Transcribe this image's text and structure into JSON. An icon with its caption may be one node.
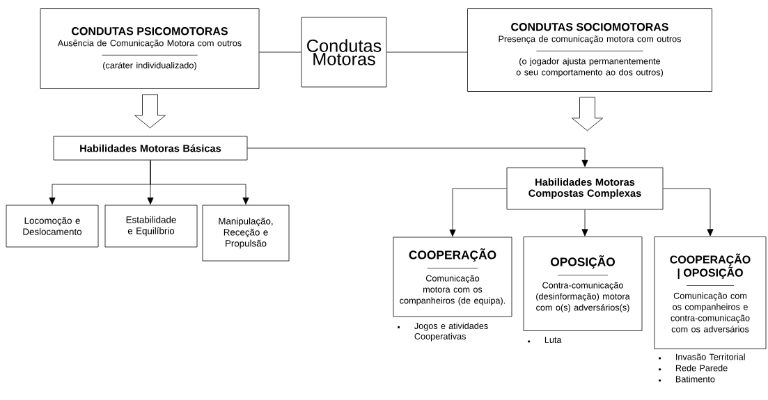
{
  "diagram": {
    "nodes": [
      {
        "text": [
          "Condutas Motoras"
        ]
      },
      {
        "text": [
          "CONDUTAS PSICOMOTORAS",
          "Ausência de Comunicação Motora com outros",
          "(caráter individualizado)"
        ]
      },
      {
        "text": [
          "CONDUTAS SOCIOMOTORAS",
          "Presença de comunicação motora com outros",
          "(o jogador ajusta permanentemente o seu comportamento ao dos outros)"
        ]
      },
      {
        "text": [
          "Habilidades Motoras Básicas"
        ]
      },
      {
        "text": [
          "Locomoção e Deslocamento"
        ]
      },
      {
        "text": [
          "Estabilidade e Equilíbrio"
        ]
      },
      {
        "text": [
          "Manipulação, Receção e Propulsão"
        ]
      },
      {
        "text": [
          "Habilidades Motoras Compostas Complexas"
        ]
      },
      {
        "text": [
          "COOPERAÇÃO",
          "Comunicação motora com os companheiros (de equipa)."
        ],
        "beside": [
          "Jogos e atividades Cooperativas"
        ]
      },
      {
        "text": [
          "OPOSIÇÃO",
          "Contra-comunicação (desinformação) motora com o(s) adversários(s)"
        ],
        "beside": [
          "Luta"
        ]
      },
      {
        "text": [
          "COOPERAÇÃO | OPOSIÇÃO",
          "Comunicação com os companheiros e contra-comunicação com os adversários"
        ],
        "beside": [
          "Invasão Territorial",
          "Rede Parede",
          "Batimento"
        ]
      }
    ],
    "edges": [
      {
        "from": 0,
        "to": 1,
        "arrow": "none"
      },
      {
        "from": 0,
        "to": 2,
        "arrow": "none"
      },
      {
        "from": 1,
        "to": 3,
        "arrow": "to",
        "style": "thick"
      },
      {
        "from": 2,
        "to": 7,
        "arrow": "to",
        "style": "thick"
      },
      {
        "from": 3,
        "to": 4,
        "arrow": "to"
      },
      {
        "from": 3,
        "to": 5,
        "arrow": "to"
      },
      {
        "from": 3,
        "to": 6,
        "arrow": "to"
      },
      {
        "from": 3,
        "to": 7,
        "arrow": "to"
      },
      {
        "from": 7,
        "to": 8,
        "arrow": "to"
      },
      {
        "from": 7,
        "to": 9,
        "arrow": "to"
      },
      {
        "from": 7,
        "to": 10,
        "arrow": "to"
      }
    ]
  }
}
